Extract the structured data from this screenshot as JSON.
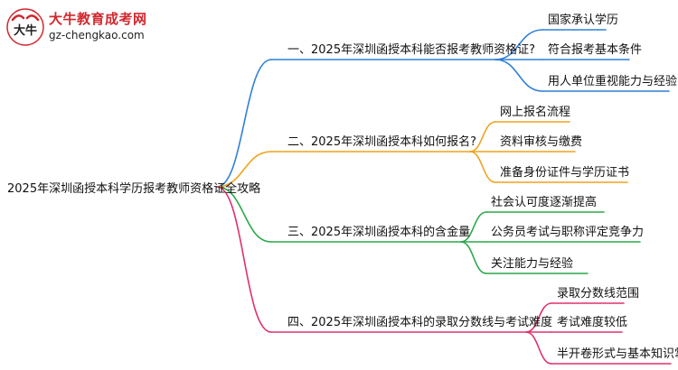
{
  "logo": {
    "site_name": "大牛教育成考网",
    "site_url": "gz-chengkao.com",
    "mark_text": "大牛"
  },
  "colors": {
    "branch_1": "#2f7fd8",
    "branch_2": "#f0a21b",
    "branch_3": "#2aa84a",
    "branch_4": "#e0306e"
  },
  "mindmap": {
    "root": "2025年深圳函授本科学历报考教师资格证全攻略",
    "branches": [
      {
        "label": "一、2025年深圳函授本科能否报考教师资格证?",
        "children": [
          "国家承认学历",
          "符合报考基本条件",
          "用人单位重视能力与经验"
        ]
      },
      {
        "label": "二、2025年深圳函授本科如何报名?",
        "children": [
          "网上报名流程",
          "资料审核与缴费",
          "准备身份证件与学历证书"
        ]
      },
      {
        "label": "三、2025年深圳函授本科的含金量",
        "children": [
          "社会认可度逐渐提高",
          "公务员考试与职称评定竞争力",
          "关注能力与经验"
        ]
      },
      {
        "label": "四、2025年深圳函授本科的录取分数线与考试难度",
        "children": [
          "录取分数线范围",
          "考试难度较低",
          "半开卷形式与基本知识掌握"
        ]
      }
    ]
  }
}
